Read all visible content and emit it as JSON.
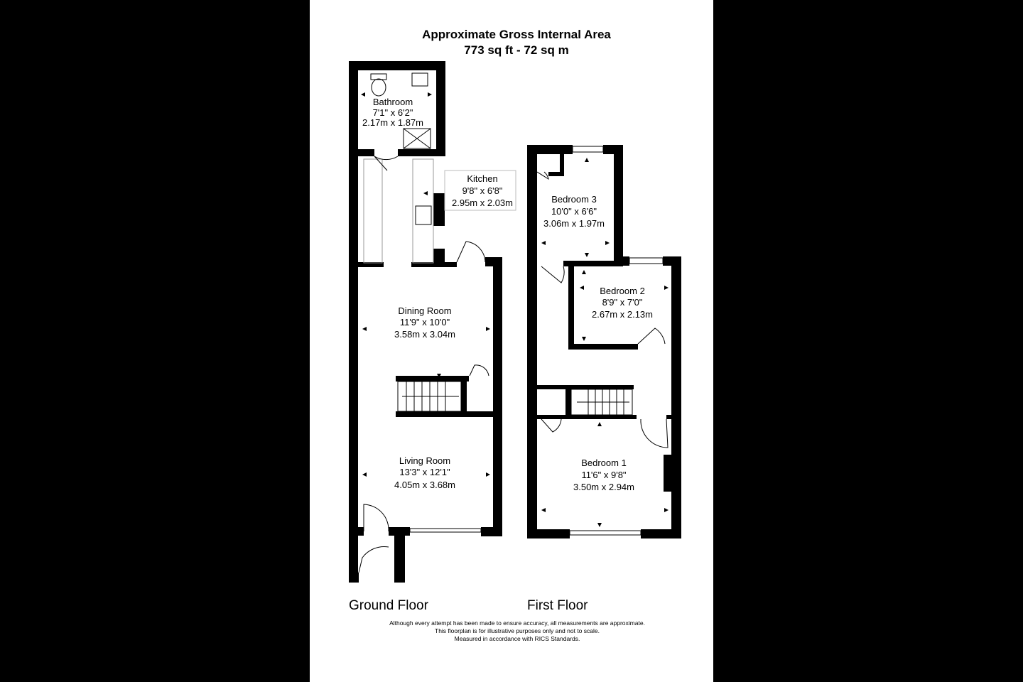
{
  "header": {
    "title": "Approximate Gross Internal Area",
    "area": "773 sq ft - 72 sq m"
  },
  "rooms": {
    "bathroom": {
      "name": "Bathroom",
      "imperial": "7'1\" x 6'2\"",
      "metric": "2.17m x 1.87m"
    },
    "kitchen": {
      "name": "Kitchen",
      "imperial": "9'8\" x 6'8\"",
      "metric": "2.95m x 2.03m"
    },
    "dining": {
      "name": "Dining Room",
      "imperial": "11'9\" x 10'0\"",
      "metric": "3.58m x 3.04m"
    },
    "living": {
      "name": "Living Room",
      "imperial": "13'3\" x 12'1\"",
      "metric": "4.05m x 3.68m"
    },
    "bedroom3": {
      "name": "Bedroom 3",
      "imperial": "10'0\" x 6'6\"",
      "metric": "3.06m x 1.97m"
    },
    "bedroom2": {
      "name": "Bedroom 2",
      "imperial": "8'9\" x 7'0\"",
      "metric": "2.67m x 2.13m"
    },
    "bedroom1": {
      "name": "Bedroom 1",
      "imperial": "11'6\" x 9'8\"",
      "metric": "3.50m x 2.94m"
    }
  },
  "floors": {
    "ground": "Ground Floor",
    "first": "First Floor"
  },
  "disclaimer": {
    "line1": "Although every attempt has been made to ensure accuracy, all measurements are approximate.",
    "line2": "This floorplan is for illustrative purposes only and not to scale.",
    "line3": "Measured in accordance with RICS Standards."
  },
  "colors": {
    "background": "#000000",
    "sheet": "#ffffff",
    "walls": "#000000"
  }
}
